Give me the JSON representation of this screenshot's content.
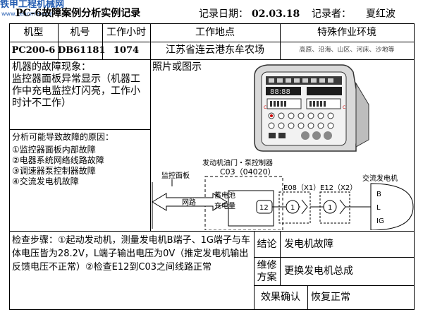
{
  "watermark": {
    "title": "铁甲工程机械网",
    "url": "www.cehome.com"
  },
  "header": {
    "title": "PC-6故障案例分析实例记录",
    "date_label": "记录日期：",
    "date_value": "02.03.18",
    "recorder_label": "记录者：",
    "recorder_value": "夏红波"
  },
  "table": {
    "headers": [
      "机型",
      "机号",
      "工作小时",
      "工作地点",
      "特殊作业环境"
    ],
    "row": {
      "model": "PC200-6",
      "serial": "DB61181",
      "hours": "1074",
      "location": "江苏省连云港东牟农场",
      "environment": "高原、沿海、山区、河床、沙地等"
    }
  },
  "fault": {
    "label": "机器的故障现象：",
    "text": "监控器面板异常显示（机器工作中充电监控灯闪亮，工作小时计不工作）"
  },
  "analysis": {
    "label": "分析可能导致故障的原因：",
    "causes": [
      "①监控器面板内部故障",
      "②电器系统网络线路故障",
      "③调速器泵控制器故障",
      "④交流发电机故障"
    ]
  },
  "photo": {
    "label": "照片或图示"
  },
  "diagram": {
    "controller_title": "发动机油门・泵控制器",
    "controller_code": "C03（04020）",
    "monitor_label": "监控面板",
    "network_label": "网路",
    "charge_label_1": "蓄电池",
    "charge_label_2": "充电量",
    "pin_c03": "12",
    "e08_label": "E08（X1）",
    "e12_label": "E12（X2）",
    "pin_e08": "1",
    "pin_e12": "1",
    "alternator_label": "交流发电机",
    "terminals": [
      "B",
      "L",
      "IG"
    ]
  },
  "steps": {
    "label": "检查步骤：",
    "text": "①起动发动机，测量发电机B端子、1G端子与车体电压皆为28.2V，L端子输出电压为0V（推定发电机输出反馈电压不正常）②检查E12到C03之间线路正常"
  },
  "conclusion": {
    "label": "结论",
    "value": "发电机故障"
  },
  "repair": {
    "label_1": "维修",
    "label_2": "方案",
    "value": "更换发电机总成"
  },
  "effect": {
    "label": "效果确认",
    "value": "恢复正常"
  }
}
